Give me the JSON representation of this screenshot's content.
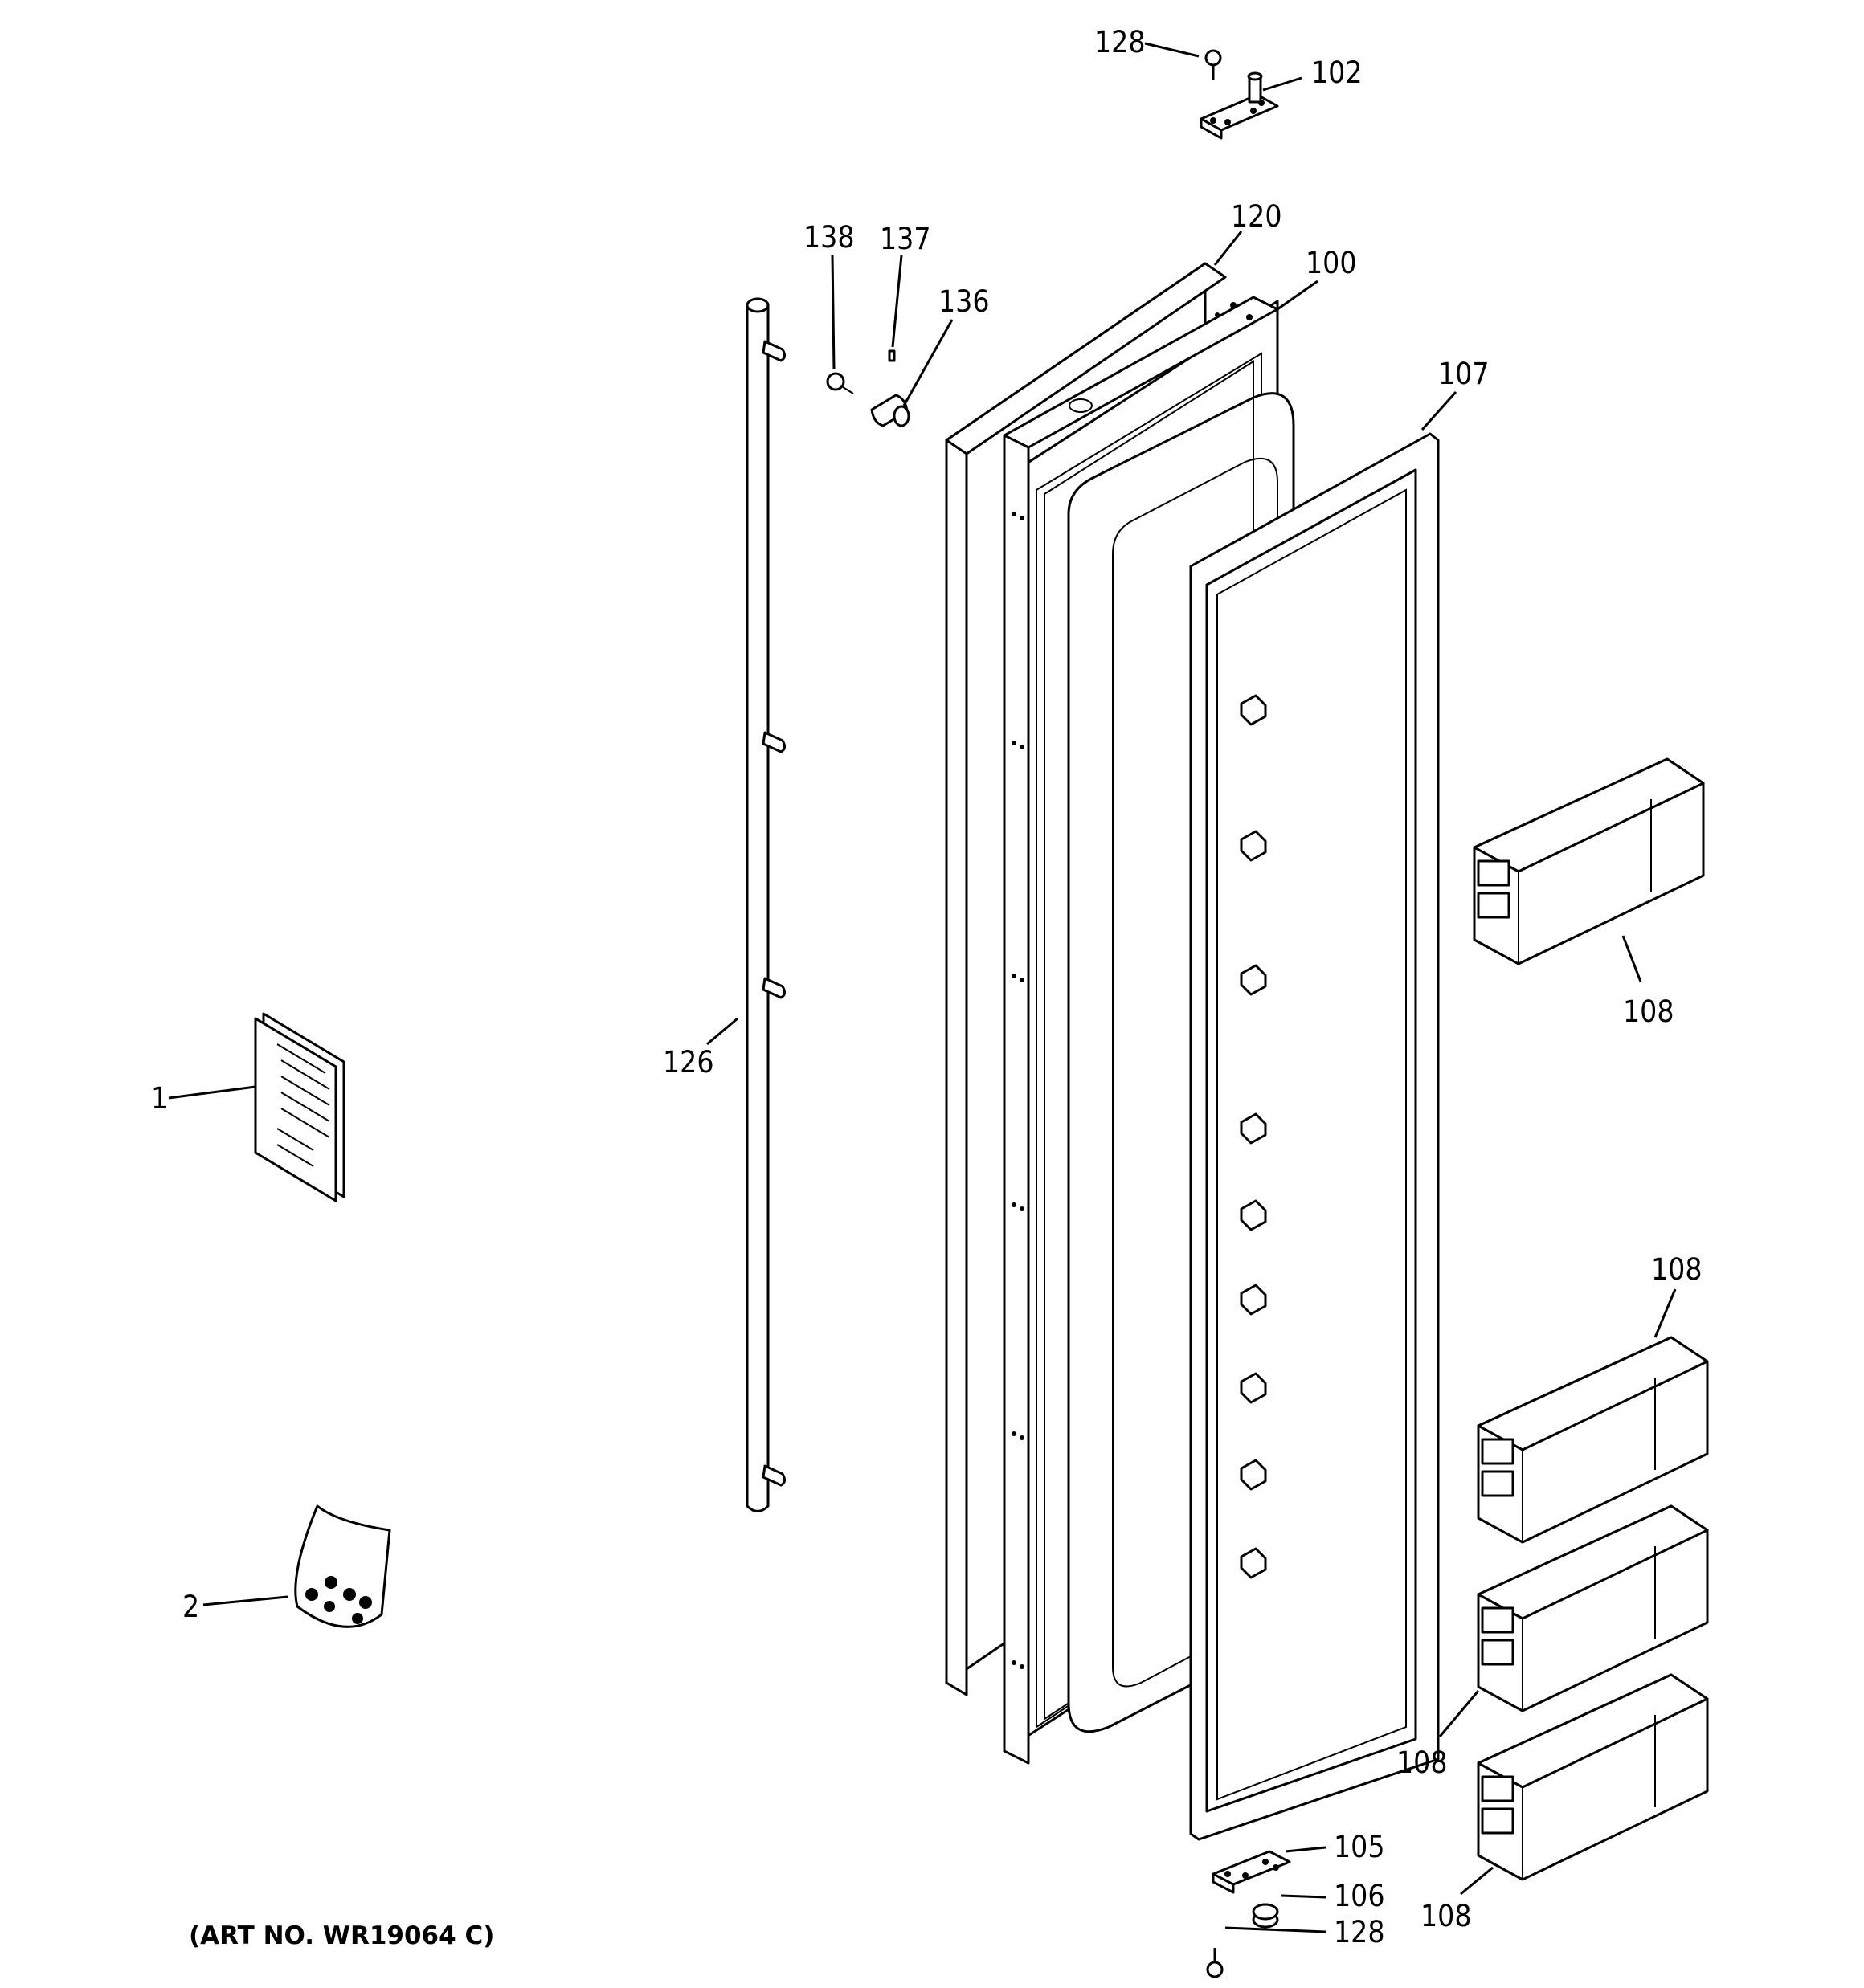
{
  "diagram": {
    "art_number": "(ART NO. WR19064 C)",
    "callouts": [
      {
        "id": "c1",
        "text": "1"
      },
      {
        "id": "c2",
        "text": "2"
      },
      {
        "id": "c100",
        "text": "100"
      },
      {
        "id": "c102",
        "text": "102"
      },
      {
        "id": "c105",
        "text": "105"
      },
      {
        "id": "c106",
        "text": "106"
      },
      {
        "id": "c107",
        "text": "107"
      },
      {
        "id": "c108a",
        "text": "108"
      },
      {
        "id": "c108b",
        "text": "108"
      },
      {
        "id": "c108c",
        "text": "108"
      },
      {
        "id": "c108d",
        "text": "108"
      },
      {
        "id": "c120",
        "text": "120"
      },
      {
        "id": "c126",
        "text": "126"
      },
      {
        "id": "c128a",
        "text": "128"
      },
      {
        "id": "c128b",
        "text": "128"
      },
      {
        "id": "c136",
        "text": "136"
      },
      {
        "id": "c137",
        "text": "137"
      },
      {
        "id": "c138",
        "text": "138"
      }
    ]
  }
}
